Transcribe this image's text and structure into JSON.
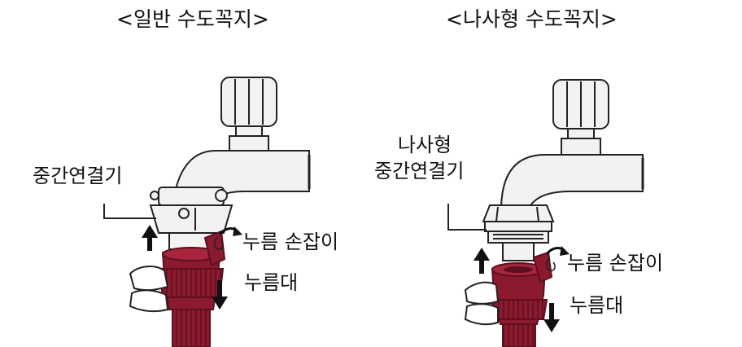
{
  "left_panel": {
    "title": "<일반 수도꼭지>",
    "adapter_label": "중간연결기",
    "button_label": "누름 손잡이",
    "press_label": "누름대"
  },
  "right_panel": {
    "title": "<나사형 수도꼭지>",
    "adapter_label_line1": "나사형",
    "adapter_label_line2": "중간연결기",
    "button_label": "누름 손잡이",
    "press_label": "누름대"
  },
  "colors": {
    "hose": "#8b1a2e",
    "hose_dark": "#5e0f1f",
    "line": "#222222",
    "metal": "#f2f2f2"
  }
}
